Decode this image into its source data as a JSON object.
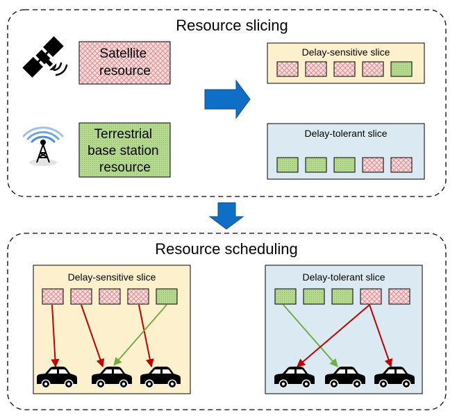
{
  "top_panel": {
    "title": "Resource slicing"
  },
  "bottom_panel": {
    "title": "Resource scheduling"
  },
  "resources": {
    "satellite": [
      "Satellite",
      "resource"
    ],
    "terrestrial": [
      "Terrestrial",
      "base station",
      "resource"
    ]
  },
  "slices": {
    "sensitive": "Delay-sensitive slice",
    "tolerant": "Delay-tolerant slice"
  },
  "colors": {
    "satellite_fill": "#f6dcdc",
    "satellite_hatch": "#d9868a",
    "terrestrial_fill": "#b5d98e",
    "terrestrial_hatch": "#7faf58",
    "sensitive_bg": "#fdf0cc",
    "tolerant_bg": "#dbeaf2",
    "arrow_blue": "#0f6fc6",
    "red_link": "#c00000",
    "green_link": "#70ad47"
  },
  "icons": [
    "satellite-icon",
    "cell-tower-icon",
    "car-icon"
  ],
  "block_sequences": {
    "top_sensitive": [
      "sat",
      "sat",
      "sat",
      "sat",
      "ter"
    ],
    "top_tolerant": [
      "ter",
      "ter",
      "ter",
      "sat",
      "sat"
    ],
    "bottom_sensitive": [
      "sat",
      "sat",
      "sat",
      "sat",
      "ter"
    ],
    "bottom_tolerant": [
      "ter",
      "ter",
      "ter",
      "sat",
      "sat"
    ]
  }
}
